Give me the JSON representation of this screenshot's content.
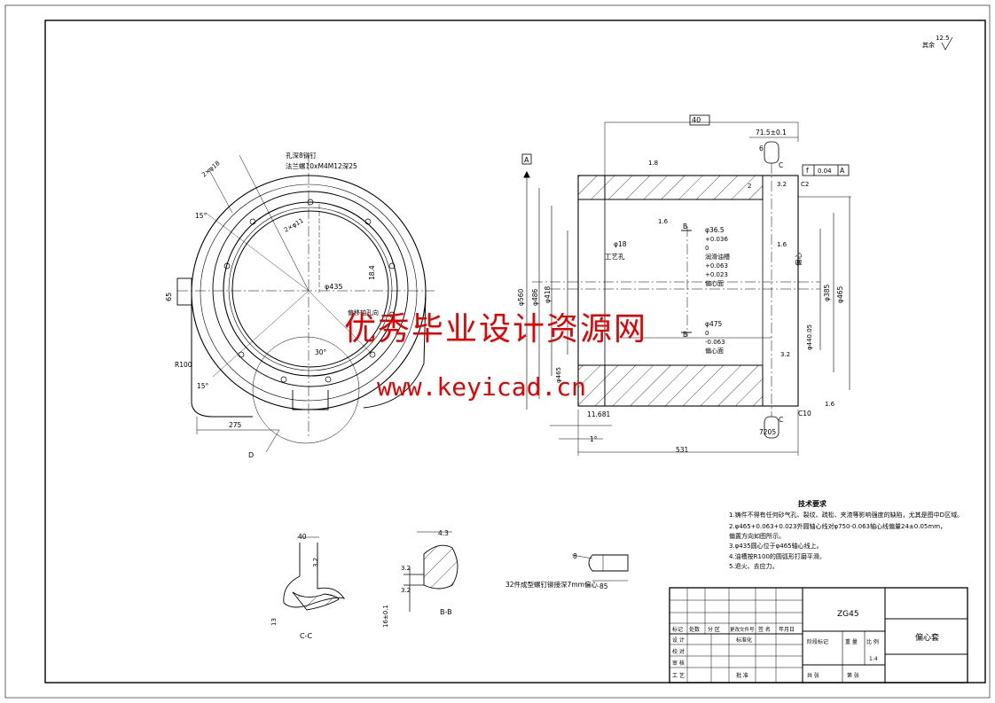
{
  "roughness_corner": "12.5",
  "roughness_corner_note": "其余",
  "left_view": {
    "hole_label": "孔深8铆钉",
    "thread_label": "法兰螺10xM4M12深25",
    "d_2x": "2×φ18",
    "angle_15a": "15°",
    "angle_15b": "15°",
    "angle_30": "30°",
    "d_2x2": "2×φ11",
    "dia_435": "φ435",
    "dim_65": "65",
    "dim_184": "18.4",
    "r100": "R100",
    "dim_275": "275",
    "section_d": "D",
    "hole_note": "偏移轴孔向"
  },
  "section": {
    "datum_a": "A",
    "dim_top": "40",
    "dim_715": "71.5±0.1",
    "dim_6": "6",
    "rough_18": "1.8",
    "rough_16a": "1.6",
    "rough_16b": "1.6",
    "rough_32": "3.2",
    "rough_32b": "3.2",
    "rough_16c": "1.6",
    "dim_18": "φ18",
    "process_hole": "工艺孔",
    "label_b_top": "B",
    "label_b_bot": "B",
    "dia_365": "φ36.5",
    "tol_p036": "+0.036",
    "tol_0a": "0",
    "tol_p063": "+0.063",
    "tol_p023": "+0.023",
    "note_oil": "润滑油槽",
    "note_pos": "偏心面",
    "dia_475": "φ475",
    "tol_0b": "0",
    "tol_m063": "-0.063",
    "note_ecc": "偏心面",
    "label_c_top": "C",
    "label_c_bot": "C",
    "dim_c10": "C10",
    "dim_7205": "7205",
    "dim_11681": "11.681",
    "dim_1deg": "1°",
    "dim_531": "531",
    "dia_560": "φ560",
    "dia_486": "φ486",
    "dia_418": "φ418",
    "dia_465b": "φ465",
    "dia_440": "φ440.05",
    "dia_385": "φ385",
    "dia_465": "φ465",
    "tol_frame_sym": "f",
    "tol_frame_val": "0.04",
    "tol_frame_ref": "A",
    "chamfer_c2": "C2",
    "dim_2": "2",
    "side_label": "偏心"
  },
  "tech": {
    "title": "技术要求",
    "lines": [
      "1.铸件不得有任何砂气孔、裂纹、疏松、夹渣等影响强度的缺陷，尤其是图中D区域。",
      "2.φ465+0.063+0.023外圆轴心线对φ750-0.063轴心线偏量24±0.05mm，",
      "  偏置方向如图所示。",
      "3.φ435圆心位于φ465轴心线上。",
      "4.油槽按R100的圆弧形打磨平滑。",
      "5.退火、去应力。"
    ]
  },
  "details": {
    "cc_40": "40",
    "cc_32": "3.2",
    "cc_13": "13",
    "cc_label": "C-C",
    "bb_43": "4.3",
    "bb_32a": "3.2",
    "bb_32b": "3.2",
    "bb_16": "16±0.1",
    "bb_label": "B-B",
    "note_32": "32件成型螺钉铆接深7mm偏心.",
    "pin_8": "8",
    "pin_85": "85"
  },
  "title_block": {
    "material": "ZG45",
    "part_name": "偏心套",
    "row_labels": [
      "标记",
      "处数",
      "分 区",
      "更改文件号",
      "签 名",
      "年月日"
    ],
    "design": "设 计",
    "standard": "标准化",
    "check": "校 对",
    "review": "审 核",
    "process": "工 艺",
    "approve": "批 准",
    "stage": "阶段标记",
    "weight": "重 量",
    "ratio": "比 例",
    "ratio_val": "1:4",
    "sheets": "共  张",
    "sheet_no": "第  张",
    "sign": "签 名",
    "date": "年月日"
  },
  "watermark": {
    "line1": "优秀毕业设计资源网",
    "line2": "www.keyicad.cn"
  }
}
